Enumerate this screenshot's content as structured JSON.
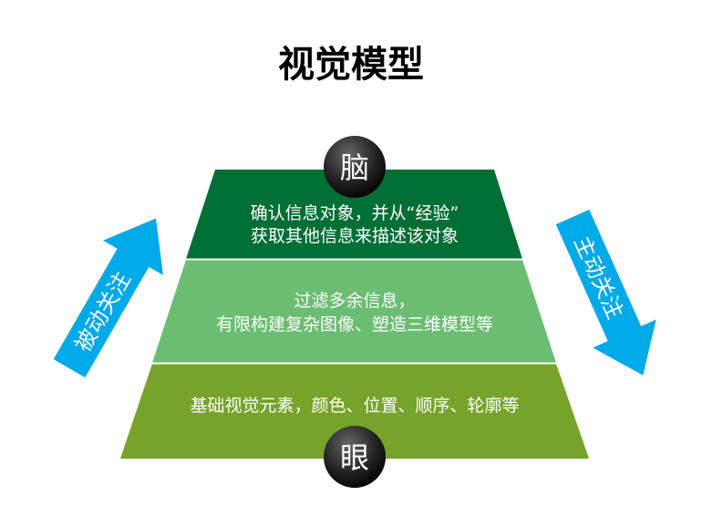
{
  "title": "视觉模型",
  "levels": [
    {
      "lines": [
        "确认信息对象，并从“经验”",
        "获取其他信息来描述该对象"
      ],
      "color": "#006f34"
    },
    {
      "lines": [
        "过滤多余信息，",
        "有限构建复杂图像、塑造三维模型等"
      ],
      "color": "#6bbd72"
    },
    {
      "lines": [
        "基础视觉元素，颜色、位置、顺序、轮廓等"
      ],
      "color": "#76a42a"
    }
  ],
  "top_node": "脑",
  "bottom_node": "眼",
  "left_arrow": "被动关注",
  "right_arrow": "主动关注",
  "arrow_color": "#00a9e8"
}
